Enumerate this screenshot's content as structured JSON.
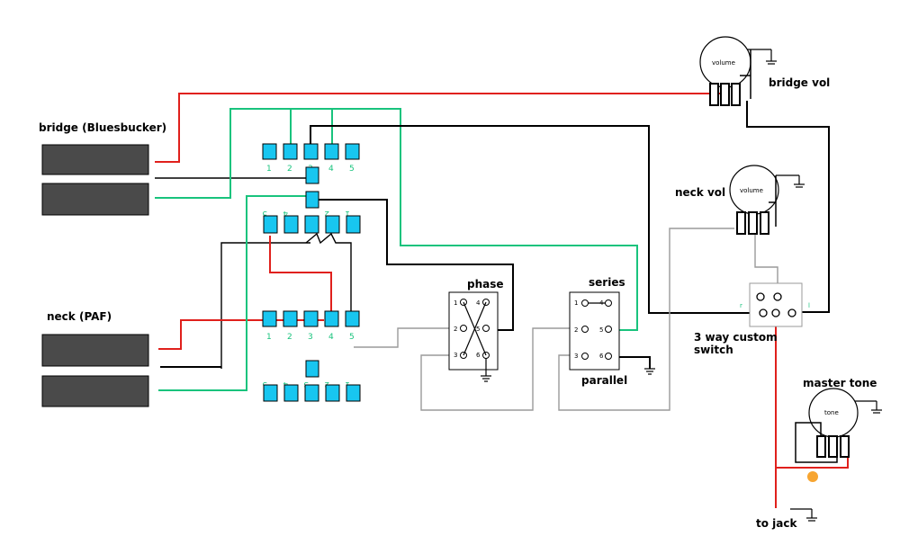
{
  "pickups": {
    "bridge_label": "bridge (Bluesbucker)",
    "neck_label": "neck (PAF)"
  },
  "pots": {
    "bridge_vol_label": "bridge vol",
    "bridge_vol_text": "volume",
    "neck_vol_label": "neck vol",
    "neck_vol_text": "volume",
    "tone_label": "master tone",
    "tone_text": "tone"
  },
  "switches": {
    "phase_label": "phase",
    "series_label": "series",
    "parallel_label": "parallel",
    "three_way_label_1": "3 way custom",
    "three_way_label_2": "switch",
    "three_way_left": "r",
    "three_way_right": "l"
  },
  "output": {
    "jack_label": "to jack"
  },
  "pad_numbers": [
    "1",
    "2",
    "3",
    "4",
    "5"
  ],
  "dpdt_pins": [
    "1",
    "2",
    "3",
    "4",
    "5",
    "6"
  ],
  "colors": {
    "red": "#e0201c",
    "green": "#19c37d",
    "black": "#000000",
    "gray": "#9a9a9a",
    "pad": "#18c6f0",
    "pickup": "#4a4a4a",
    "solder": "#f7a531"
  }
}
